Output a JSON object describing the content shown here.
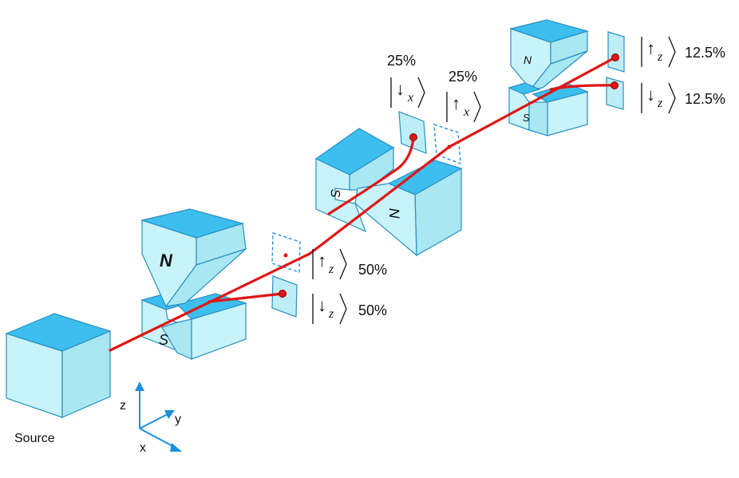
{
  "colors": {
    "face_top": "#3cbfee",
    "face_front": "#c8f3fa",
    "face_side": "#a9e7f3",
    "stroke": "#2a8fc2",
    "beam": "#e01515",
    "axis": "#1c8fdc"
  },
  "source": {
    "label": "Source"
  },
  "axes": {
    "z": "z",
    "y": "y",
    "x": "x"
  },
  "magnets": [
    {
      "north": "N",
      "south": "S"
    },
    {
      "north": "N",
      "south": "S"
    },
    {
      "north": "N",
      "south": "S"
    }
  ],
  "outputs": {
    "stage1": [
      {
        "state": "↑",
        "sub": "z",
        "percent": "50%"
      },
      {
        "state": "↓",
        "sub": "z",
        "percent": "50%"
      }
    ],
    "stage2": [
      {
        "state": "↓",
        "sub": "x",
        "percent": "25%"
      },
      {
        "state": "↑",
        "sub": "x",
        "percent": "25%"
      }
    ],
    "stage3": [
      {
        "state": "↑",
        "sub": "z",
        "percent": "12.5%"
      },
      {
        "state": "↓",
        "sub": "z",
        "percent": "12.5%"
      }
    ]
  }
}
